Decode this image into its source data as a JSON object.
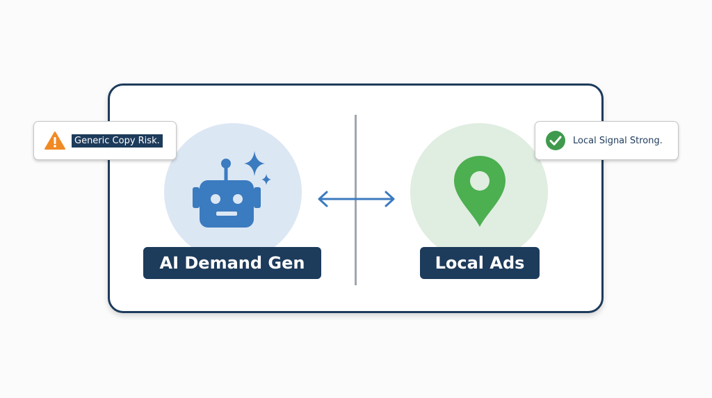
{
  "left": {
    "label": "AI Demand Gen",
    "icon": "robot-icon",
    "circle_color": "#dce7f4",
    "callout": {
      "text": "Generic Copy Risk.",
      "icon": "warning-triangle-icon",
      "icon_color": "#f08a24"
    }
  },
  "right": {
    "label": "Local Ads",
    "icon": "map-pin-icon",
    "circle_color": "#e0ede1",
    "callout": {
      "text": "Local Signal Strong.",
      "icon": "check-circle-icon",
      "icon_color": "#3f9a4d"
    }
  },
  "connector": {
    "icon": "double-arrow-icon"
  },
  "colors": {
    "frame": "#1d3b5b",
    "robot": "#3b7bbf",
    "pin": "#4caf50",
    "label_bg": "#1d3b5b"
  }
}
